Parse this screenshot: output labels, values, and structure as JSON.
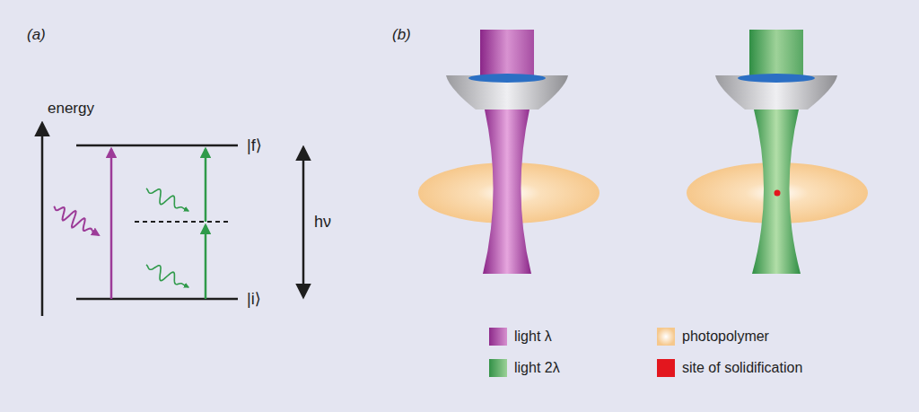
{
  "diagram": {
    "labels": [
      "(a)",
      "(b)",
      "energy",
      "|f⟩",
      "|i⟩",
      "hν"
    ],
    "legend": [
      {
        "text": "light λ",
        "color": "#9c3b98"
      },
      {
        "text": "light 2λ",
        "color": "#3f9e55"
      },
      {
        "text": "photopolymer",
        "color": "#f6c88c"
      },
      {
        "text": "site of solidification",
        "color": "#e3161e"
      }
    ]
  }
}
